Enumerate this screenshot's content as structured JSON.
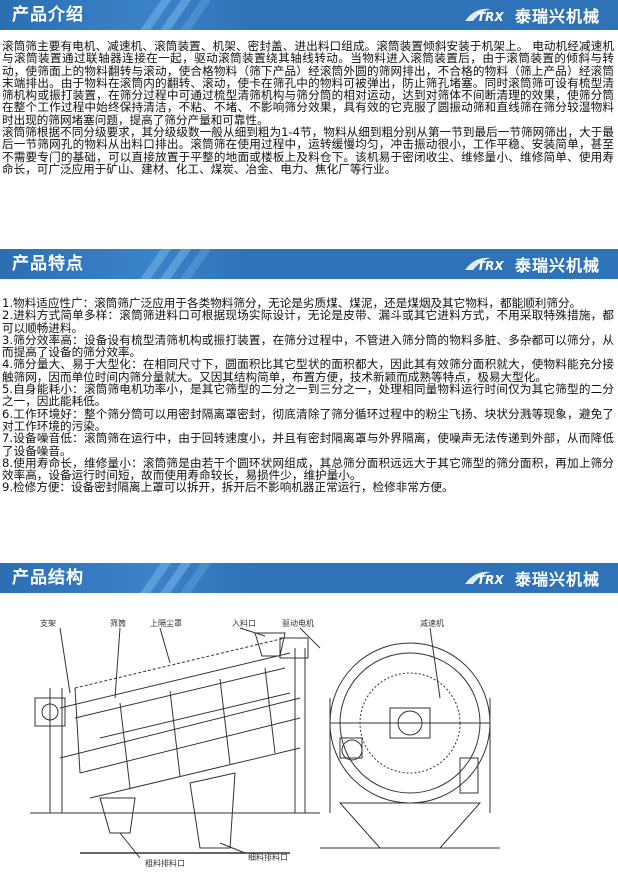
{
  "brand": {
    "name": "泰瑞兴机械",
    "logo_text": "TRX"
  },
  "sections": {
    "intro": {
      "title": "产品介绍"
    },
    "features": {
      "title": "产品特点"
    },
    "structure": {
      "title": "产品结构"
    }
  },
  "intro_paragraphs": [
    "滚筒筛主要有电机、减速机、滚筒装置、机架、密封盖、进出料口组成。滚筒装置倾斜安装于机架上。 电动机经减速机与滚筒装置通过联轴器连接在一起，驱动滚筒装置绕其轴线转动。当物料进入滚筒装置后，由于滚筒装置的倾斜与转动，使筛面上的物料翻转与滚动，使合格物料（筛下产品）经滚筒外圆的筛网排出，不合格的物料（筛上产品）经滚筒末端排出。由于物料在滚筒内的翻转、滚动，使卡在筛孔中的物料可被弹出，防止筛孔堵塞。同时滚筒筛可设有梳型清筛机构或振打装置，在筛分过程中可通过梳型清筛机构与筛分筒的相对运动，达到对筛体不间断清理的效果，使筛分筒在整个工作过程中始终保持清洁，不粘、不堵、不影响筛分效果，具有效的它克服了圆振动筛和直线筛在筛分较湿物料时出现的筛网堵塞问题，提高了筛分产量和可靠性。",
    "滚筒筛根据不同分级要求，其分级级数一般从细到粗为1-4节，物料从细到粗分别从第一节到最后一节筛网筛出，大于最后一节筛网孔的物料从出料口排出。滚筒筛在使用过程中，运转缓慢均匀，冲击振动很小，工作平稳、安装简单，甚至不需要专门的基础，可以直接放置于平整的地面或楼板上及料仓下。该机易于密闭收尘、维修量小、维修简单、使用寿命长，可广泛应用于矿山、建材、化工、煤炭、冶金、电力、焦化厂等行业。"
  ],
  "features": [
    "1.物料适应性广：滚筒筛广泛应用于各类物料筛分，无论是劣质煤、煤泥，还是煤烟及其它物料，都能顺利筛分。",
    "2.进料方式简单多样：滚筒筛进料口可根据现场实际设计，无论是皮带、漏斗或其它进料方式，不用采取特殊措施，都可以顺畅进料。",
    "3.筛分效率高：设备设有梳型清筛机构或振打装置，在筛分过程中，不管进入筛分筒的物料多脏、多杂都可以筛分，从而提高了设备的筛分效率。",
    "4.筛分量大、易于大型化：在相同尺寸下，圆面积比其它型状的面积都大，因此其有效筛分面积就大，使物料能充分接触筛网，因而单位时间内筛分量就大。又因其结构简单，布置方便，技术新颖而成熟等特点，极易大型化。",
    "5.自身能耗小：滚筒筛电机功率小，是其它筛型的二分之一到三分之一，处理相同量物料运行时间仅为其它筛型的二分之一，因此能耗低。",
    "6.工作环境好：整个筛分筒可以用密封隔离罩密封，彻底清除了筛分循环过程中的粉尘飞扬、块状分溅等现象，避免了对工作环境的污染。",
    "7.设备噪音低：滚筒筛在运行中，由于回转速度小，并且有密封隔离罩与外界隔离，使噪声无法传递到外部，从而降低了设备噪音。",
    "8.使用寿命长，维修量小：滚筒筛是由若干个圆环状网组成，其总筛分面积远远大于其它筛型的筛分面积，再加上筛分效率高，设备运行时间短，故而使用寿命较长，易损件少，维护量小。",
    "9.检修方便：设备密封隔离上罩可以拆开，拆开后不影响机器正常运行，检修非常方便。"
  ],
  "diagram_labels": {
    "support": "支架",
    "drum": "筛筒",
    "cover": "上隔尘罩",
    "inlet": "入料口",
    "motor": "驱动电机",
    "reducer": "减速机",
    "coarse_outlet": "粗料排料口",
    "fine_outlet": "细料排料口"
  },
  "colors": {
    "banner": "#2e73b8",
    "banner_light": "#5fa0da",
    "text": "#111111"
  }
}
